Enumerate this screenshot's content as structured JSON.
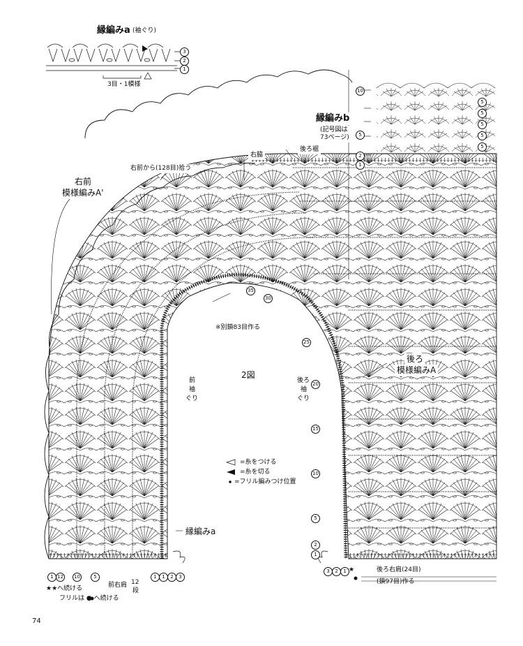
{
  "labels": {
    "edge_a_title": "縁編みa",
    "edge_a_sub": "(袖ぐり)",
    "repeat": "3目・1模様",
    "edge_b_title": "縁編みb",
    "edge_b_note1": "(記号図は",
    "edge_b_note2": "73ページ)",
    "back_hem": "後ろ裾",
    "side_seam": "右脇",
    "pick_up": "右前から(128目)拾う",
    "right_front_1": "右前",
    "right_front_2": "模様編みA'",
    "chain_note": "※別鎖83目作る",
    "fig": "2図",
    "front_armhole_1": "前",
    "front_armhole_2": "袖",
    "front_armhole_3": "ぐり",
    "back_armhole_1": "後ろ",
    "back_armhole_2": "袖",
    "back_armhole_3": "ぐり",
    "back_1": "後ろ",
    "back_2": "模様編みA",
    "edge_a_bottom": "縁編みa",
    "back_shoulder": "後ろ右肩(24目)",
    "chain97": "(鎖97目)作る",
    "front_shoulder": "前右肩",
    "twelve": "12",
    "dan": "段",
    "star_continue": "★へ続ける",
    "frill_continue": "フリルは ● へ続ける",
    "page": "74"
  },
  "legend": {
    "attach": "=糸をつける",
    "cut": "=糸を切る",
    "frill": "=フリル編みつけ位置"
  },
  "row_markers": {
    "edge_a_rows": [
      "3",
      "2",
      "1"
    ],
    "edge_b_rows": [
      "10",
      "5",
      "2",
      "1"
    ],
    "edge_b_side": [
      "5",
      "5",
      "5",
      "5",
      "5"
    ],
    "armhole_rows": [
      "35",
      "30",
      "25",
      "20",
      "15",
      "10",
      "5",
      "2",
      "1"
    ],
    "bottom_front": [
      "1",
      "12",
      "10",
      "5",
      "1"
    ],
    "bottom_armhole": [
      "1",
      "2",
      "3"
    ],
    "bottom_back": [
      "3",
      "2",
      "1"
    ]
  },
  "colors": {
    "ink": "#111111",
    "paper": "#ffffff"
  }
}
